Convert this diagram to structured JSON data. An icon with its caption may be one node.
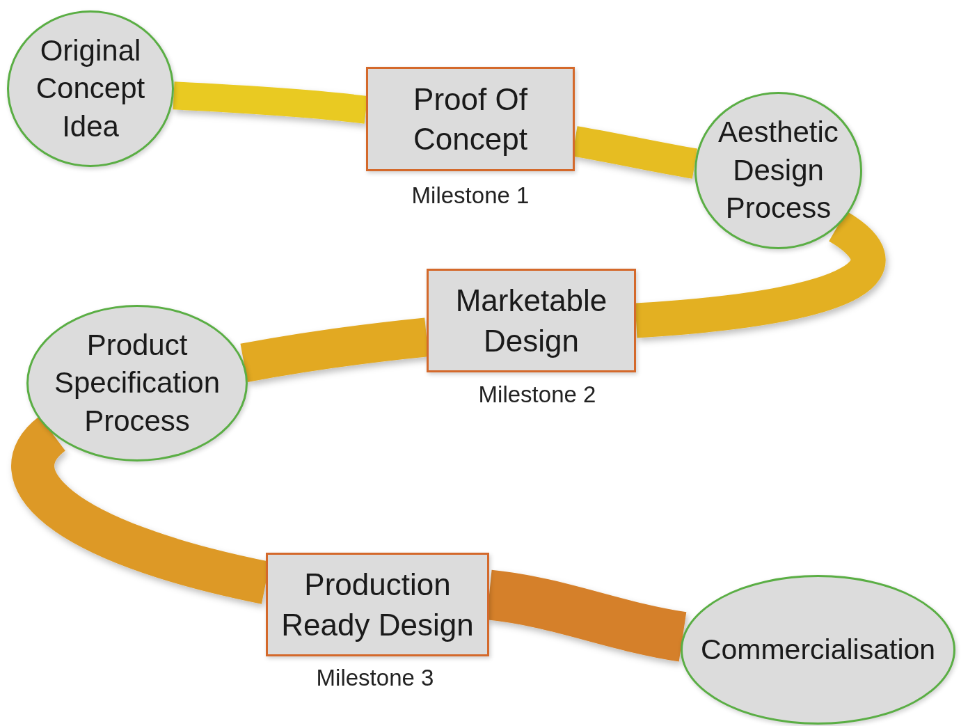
{
  "diagram": {
    "nodes": [
      {
        "text": [
          "Original Concept Idea"
        ]
      },
      {
        "text": [
          "Proof Of Concept"
        ],
        "beside": [
          "Milestone 1"
        ]
      },
      {
        "text": [
          "Aesthetic Design Process"
        ]
      },
      {
        "text": [
          "Marketable Design"
        ],
        "beside": [
          "Milestone 2"
        ]
      },
      {
        "text": [
          "Product Specification Process"
        ]
      },
      {
        "text": [
          "Production Ready Design"
        ],
        "beside": [
          "Milestone 3"
        ]
      },
      {
        "text": [
          "Commercialisation"
        ]
      }
    ],
    "edges": [
      {
        "from": 0,
        "to": 1,
        "arrow": "none"
      },
      {
        "from": 1,
        "to": 2,
        "arrow": "none"
      },
      {
        "from": 2,
        "to": 3,
        "arrow": "none"
      },
      {
        "from": 3,
        "to": 4,
        "arrow": "none"
      },
      {
        "from": 4,
        "to": 5,
        "arrow": "none"
      },
      {
        "from": 5,
        "to": 6,
        "arrow": "none"
      }
    ]
  }
}
